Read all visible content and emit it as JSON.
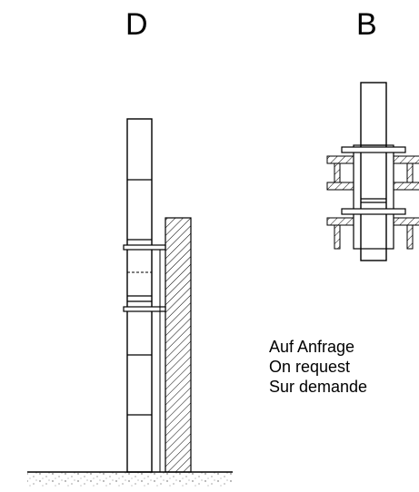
{
  "figures": {
    "left_label": "D",
    "right_label": "B"
  },
  "note": {
    "line1": "Auf Anfrage",
    "line2": "On request",
    "line3": "Sur demande"
  }
}
